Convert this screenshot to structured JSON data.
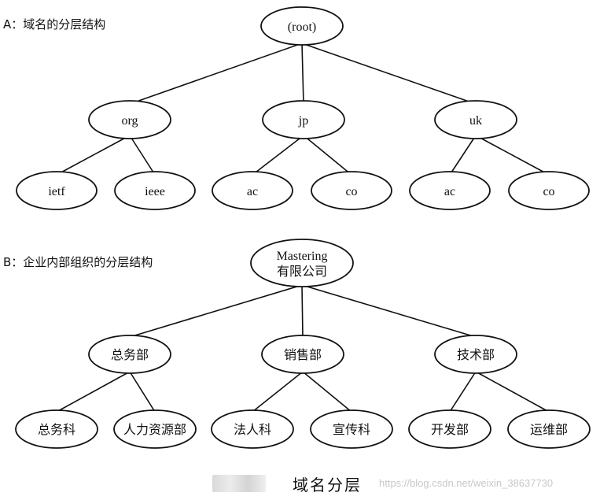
{
  "section_a": {
    "title": "A：域名的分层结构"
  },
  "section_b": {
    "title": "B：企业内部组织的分层结构"
  },
  "caption": "域名分层",
  "watermark": "https://blog.csdn.net/weixin_38637730",
  "tree_a": {
    "root": "(root)",
    "level1": [
      "org",
      "jp",
      "uk"
    ],
    "level2": [
      [
        "ietf",
        "ieee"
      ],
      [
        "ac",
        "co"
      ],
      [
        "ac",
        "co"
      ]
    ]
  },
  "tree_b": {
    "root_line1": "Mastering",
    "root_line2": "有限公司",
    "level1": [
      "总务部",
      "销售部",
      "技术部"
    ],
    "level2": [
      [
        "总务科",
        "人力资源部"
      ],
      [
        "法人科",
        "宣传科"
      ],
      [
        "开发部",
        "运维部"
      ]
    ]
  }
}
